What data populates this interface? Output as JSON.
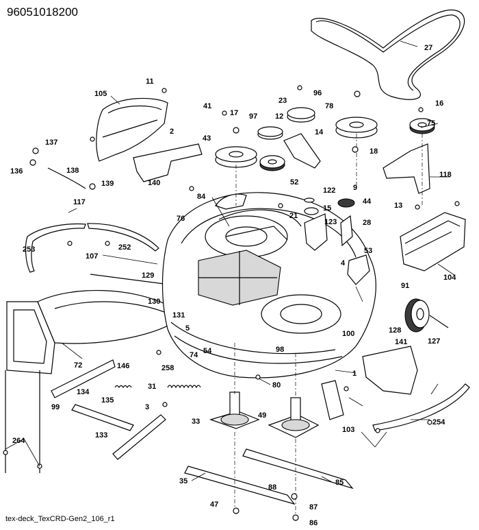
{
  "header": {
    "part_number": "96051018200"
  },
  "footer": {
    "drawing_id": "tex-deck_TexCRD-Gen2_106_r1"
  },
  "callouts": [
    "1",
    "2",
    "3",
    "4",
    "5",
    "9",
    "11",
    "12",
    "13",
    "14",
    "15",
    "16",
    "17",
    "18",
    "21",
    "23",
    "27",
    "28",
    "31",
    "33",
    "35",
    "41",
    "43",
    "44",
    "47",
    "49",
    "52",
    "53",
    "54",
    "72",
    "74",
    "75",
    "76",
    "78",
    "80",
    "84",
    "85",
    "86",
    "87",
    "88",
    "91",
    "96",
    "97",
    "98",
    "99",
    "100",
    "103",
    "104",
    "105",
    "107",
    "117",
    "118",
    "122",
    "123",
    "127",
    "128",
    "129",
    "130",
    "131",
    "133",
    "134",
    "135",
    "136",
    "137",
    "138",
    "139",
    "140",
    "141",
    "146",
    "252",
    "253",
    "254",
    "258",
    "264"
  ]
}
